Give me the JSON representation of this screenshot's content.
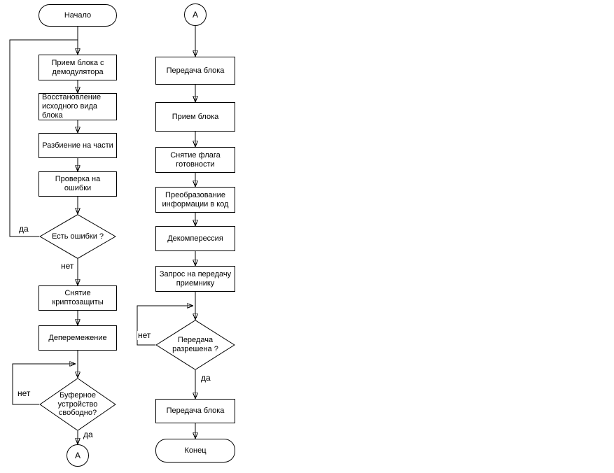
{
  "labels": {
    "yes": "да",
    "no": "нет"
  },
  "left_column": {
    "start": "Начало",
    "receive_from_demodulator": "Прием блока с демодулятора",
    "restore_original_block": "Восстановление исходного вида блока",
    "split_into_parts": "Разбиение на части",
    "error_check": "Проверка на ошибки",
    "errors_question": "Есть ошибки ?",
    "remove_crypto": "Снятие криптозащиты",
    "deinterleaving": "Деперемежение",
    "buffer_question": "Буферное устройство свободно?",
    "connector_a": "А"
  },
  "right_column": {
    "connector_a": "А",
    "transmit_block_1": "Передача блока",
    "receive_block": "Прием блока",
    "clear_ready_flag": "Снятие флага готовности",
    "convert_info_to_code": "Преобразование информации в код",
    "decompression": "Декомперессия",
    "request_transmit": "Запрос на передачу приемнику",
    "transmit_allowed_question": "Передача разрешена ?",
    "transmit_block_2": "Передача блока",
    "end": "Конец"
  }
}
